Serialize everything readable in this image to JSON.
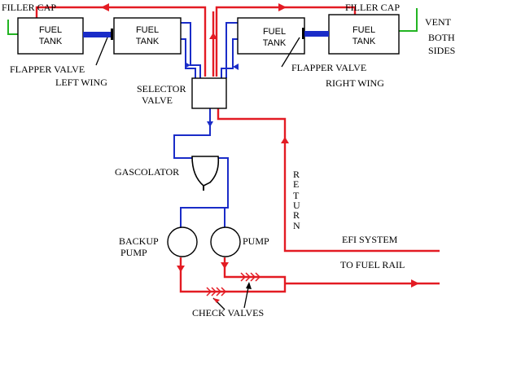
{
  "labels": {
    "filler_cap_left": "FILLER CAP",
    "filler_cap_right": "FILLER CAP",
    "vent": "VENT",
    "both": "BOTH",
    "sides": "SIDES",
    "flapper_valve_left": "FLAPPER VALVE",
    "flapper_valve_right": "FLAPPER VALVE",
    "left_wing": "LEFT WING",
    "right_wing": "RIGHT WING",
    "selector_line1": "SELECTOR",
    "selector_line2": "VALVE",
    "gascolator": "GASCOLATOR",
    "return_letters": [
      "R",
      "E",
      "T",
      "U",
      "R",
      "N"
    ],
    "efi_system": "EFI SYSTEM",
    "to_fuel_rail": "TO FUEL RAIL",
    "backup_line1": "BACKUP",
    "backup_line2": "PUMP",
    "pump": "PUMP",
    "check_valves": "CHECK VALVES"
  },
  "tanks": [
    {
      "line1": "FUEL",
      "line2": "TANK"
    },
    {
      "line1": "FUEL",
      "line2": "TANK"
    },
    {
      "line1": "FUEL",
      "line2": "TANK"
    },
    {
      "line1": "FUEL",
      "line2": "TANK"
    }
  ],
  "colors": {
    "fuel_line": "#e31b23",
    "supply_line": "#1a2cc8",
    "vent_line": "#22b422"
  }
}
